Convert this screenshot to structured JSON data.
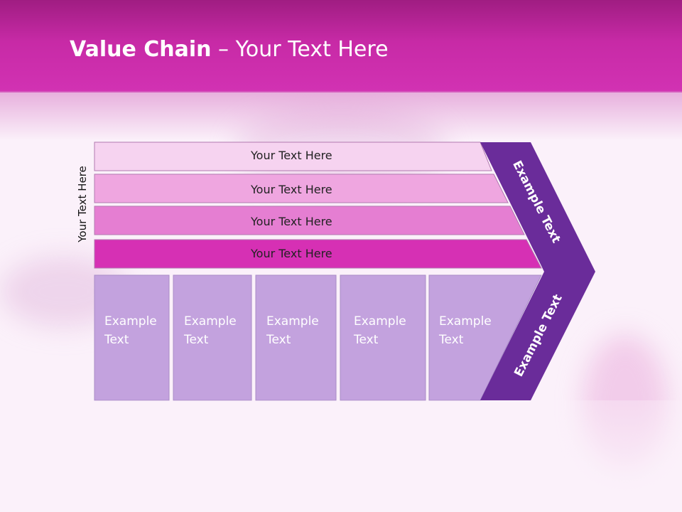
{
  "title": {
    "bold": "Value Chain",
    "rest": " – Your Text Here"
  },
  "side_label": "Your Text Here",
  "rows": [
    {
      "label": "Your Text Here",
      "color": "#f6d3f0"
    },
    {
      "label": "Your Text Here",
      "color": "#efa6e0"
    },
    {
      "label": "Your Text Here",
      "color": "#e57ed2"
    },
    {
      "label": "Your Text Here",
      "color": "#d630b4"
    }
  ],
  "boxes": [
    {
      "line1": "Example",
      "line2": "Text"
    },
    {
      "line1": "Example",
      "line2": "Text"
    },
    {
      "line1": "Example",
      "line2": "Text"
    },
    {
      "line1": "Example",
      "line2": "Text"
    },
    {
      "line1": "Example",
      "line2": "Text"
    }
  ],
  "arrow": {
    "upper": "Example Text",
    "lower": "Example Text",
    "color": "#6a2c9a"
  },
  "colors": {
    "box": "#c3a2de",
    "header": "#c72aa6"
  }
}
